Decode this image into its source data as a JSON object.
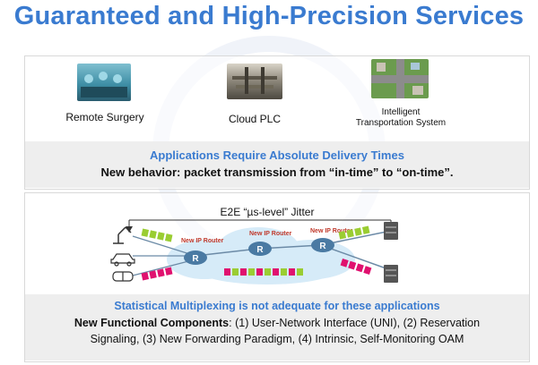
{
  "title": "Guaranteed and High-Precision Services",
  "applications": [
    {
      "label": "Remote Surgery",
      "icon": "surgery-photo"
    },
    {
      "label": "Cloud PLC",
      "icon": "cloud-plc-photo"
    },
    {
      "label": "Intelligent\nTransportation System",
      "icon": "traffic-photo"
    }
  ],
  "panel1": {
    "heading": "Applications Require Absolute Delivery Times",
    "subtext": "New behavior:  packet transmission from “in-time” to “on-time”."
  },
  "diagram": {
    "jitter_label": "E2E “µs-level” Jitter",
    "router_label": "New IP Router",
    "router_letter": "R"
  },
  "panel2": {
    "heading": "Statistical Multiplexing is not adequate for these applications",
    "components_bold": "New Functional Components",
    "components_line1": ": (1) User-Network Interface (UNI), (2) Reservation",
    "components_line2": "Signaling, (3) New Forwarding Paradigm, (4) Intrinsic, Self-Monitoring OAM"
  },
  "colors": {
    "title": "#3a7bd0",
    "flow_green": "#9acd32",
    "flow_pink": "#e0116f",
    "cloud": "#d6ebf8",
    "router": "#4a7aa3"
  }
}
